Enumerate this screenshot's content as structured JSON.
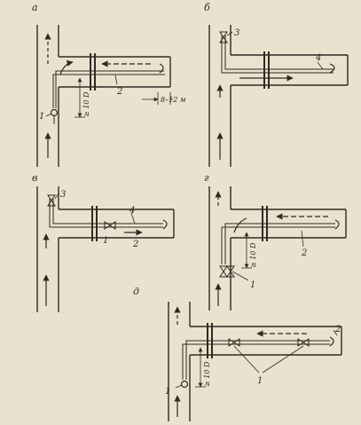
{
  "panels": [
    {
      "id": "a",
      "letter": "а",
      "labels": {
        "one": "1",
        "two": "2",
        "dim_vertical": "≥ 10 D",
        "dim_horizontal": "8–12 м"
      }
    },
    {
      "id": "b",
      "letter": "б",
      "labels": {
        "three": "3",
        "four": "4"
      }
    },
    {
      "id": "v",
      "letter": "в",
      "labels": {
        "one": "1",
        "two": "2",
        "three": "3",
        "four": "4"
      }
    },
    {
      "id": "g",
      "letter": "г",
      "labels": {
        "one": "1",
        "two": "2",
        "dim_vertical": "≥ 10 D"
      }
    },
    {
      "id": "d",
      "letter": "д",
      "labels": {
        "one_top": "1",
        "one_bottom": "1",
        "two": "2",
        "dim_vertical": "≥ 10 D"
      }
    }
  ],
  "colors": {
    "line": "#2f2a22",
    "paper": "#e9e2cf"
  }
}
